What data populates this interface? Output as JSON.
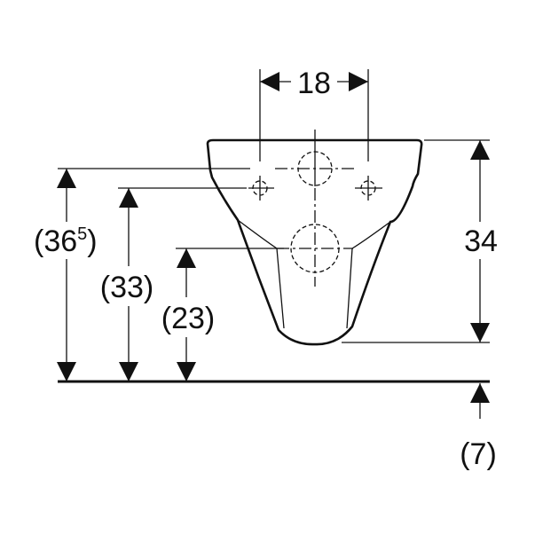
{
  "dimensions": {
    "width_between_holes": "18",
    "total_height": "34",
    "height_upper_hole": "(36",
    "height_upper_hole_sup": "5",
    "height_upper_hole_close": ")",
    "height_bolt_holes": "(33)",
    "height_outlet": "(23)",
    "floor_offset": "(7)"
  },
  "colors": {
    "line": "#111111",
    "background": "#ffffff"
  }
}
